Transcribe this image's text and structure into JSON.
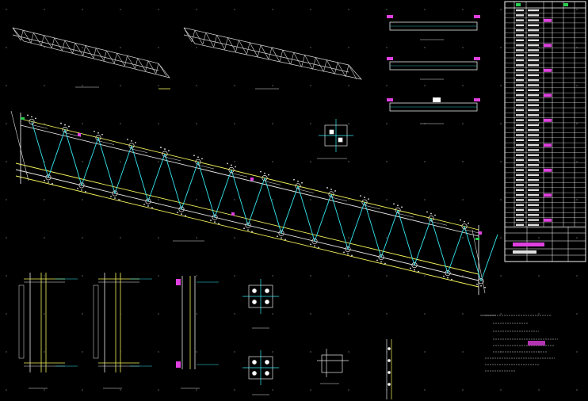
{
  "colors": {
    "background": "#000000",
    "line_white": "#e6e6e6",
    "line_yellow": "#f2f25a",
    "line_cyan": "#34e8f0",
    "line_magenta": "#e040e0",
    "line_green": "#28d050",
    "table_bg": "#ffffff"
  },
  "table": {
    "header_labels": [
      "",
      "",
      "",
      "",
      "",
      ""
    ],
    "rows_count_visible": 44,
    "summary_labels": [
      "",
      "",
      "",
      ""
    ]
  },
  "notes": {
    "title": "",
    "lines": [
      "1.",
      "2.",
      "3.",
      "4.",
      "5.",
      "6.",
      "7."
    ]
  }
}
